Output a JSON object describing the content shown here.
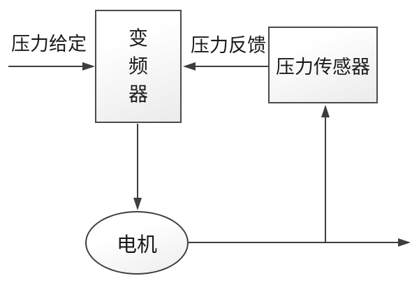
{
  "diagram": {
    "nodes": {
      "inverter": {
        "label": "变频器"
      },
      "sensor": {
        "label": "压力传感器"
      },
      "motor": {
        "label": "电机"
      }
    },
    "edges": {
      "setpoint": {
        "label": "压力给定"
      },
      "feedback": {
        "label": "压力反馈"
      }
    },
    "colors": {
      "line": "#3d3d3d",
      "box_border": "#4a4a4a",
      "box_fill_top": "#ffffff",
      "box_fill_bottom": "#ebebeb",
      "text": "#1a1a1a",
      "background": "#ffffff"
    }
  }
}
